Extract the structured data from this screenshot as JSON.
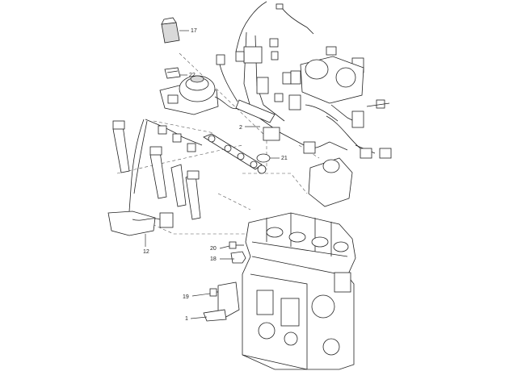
{
  "callouts": {
    "c17": "17",
    "c22": "22",
    "c2": "2",
    "c21": "21",
    "c12": "12",
    "c20": "20",
    "c18": "18",
    "c19": "19",
    "c1": "1"
  }
}
